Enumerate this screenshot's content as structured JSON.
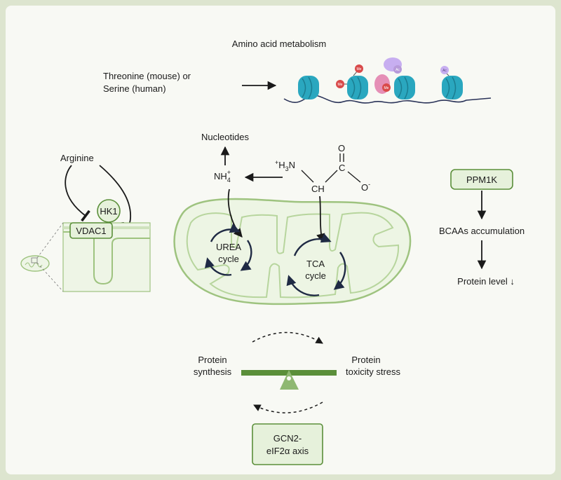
{
  "colors": {
    "background_outer": "#dde5cf",
    "background_inner": "#f8f9f4",
    "green_stroke": "#9ec37f",
    "green_fill": "#e6f1db",
    "green_dark": "#5b8f3a",
    "nucleosome": "#2aa7bf",
    "methyl": "#d94a4a",
    "acetyl": "#b79ad9",
    "enzyme_pink": "#e58fb6",
    "enzyme_purple": "#c7aef0",
    "cycle_arrow": "#1f2a44"
  },
  "top": {
    "title": "Amino acid metabolism",
    "threonine_line1": "Threonine (mouse) or",
    "threonine_line2": "Serine (human)",
    "mark_me": "Me",
    "mark_ac": "Ac"
  },
  "center": {
    "nucleotides": "Nucleotides",
    "nh4": "NH",
    "nh4_sub": "4",
    "nh4_sup": "+",
    "h3n_sup": "+",
    "h3n": "H",
    "h3n_sub": "3",
    "h3n_n": "N",
    "atom_o": "O",
    "atom_c": "C",
    "atom_ch": "CH",
    "atom_o_minus": "O",
    "minus": "-",
    "urea_line1": "UREA",
    "urea_line2": "cycle",
    "tca_line1": "TCA",
    "tca_line2": "cycle"
  },
  "left": {
    "arginine": "Arginine",
    "hk1": "HK1",
    "vdac1": "VDAC1"
  },
  "right": {
    "ppm1k": "PPM1K",
    "bcaa": "BCAAs accumulation",
    "protein_level": "Protein level ↓"
  },
  "bottom": {
    "synthesis_line1": "Protein",
    "synthesis_line2": "synthesis",
    "toxicity_line1": "Protein",
    "toxicity_line2": "toxicity stress",
    "gcn2_line1": "GCN2-",
    "gcn2_line2": "eIF2α axis"
  }
}
